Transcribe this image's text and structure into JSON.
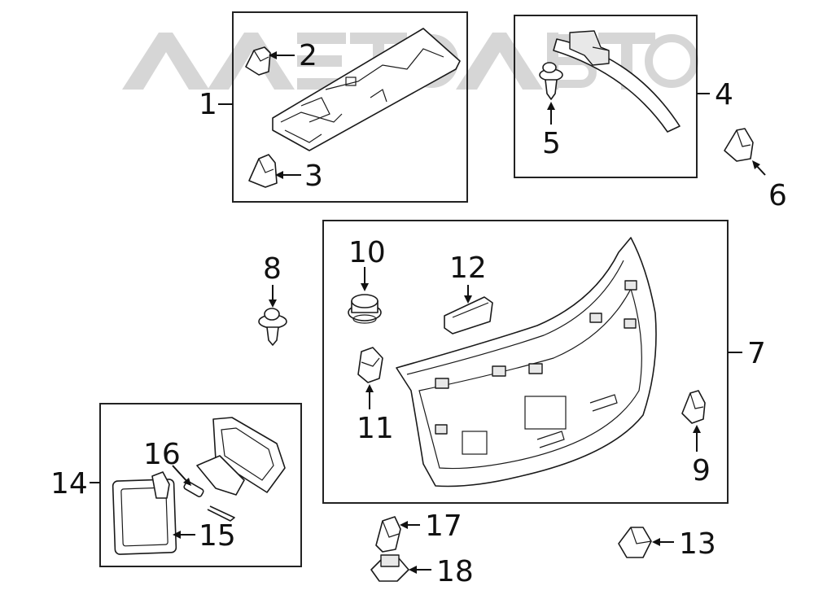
{
  "watermark": {
    "glyph_1": "A",
    "glyph_2": "A",
    "glyph_3": "Л",
    "glyph_4": "Е",
    "glyph_5": "Т",
    "glyph_7": "А",
    "glyph_8": "В",
    "glyph_9": "Т",
    "text": "АЛЕТ АВТО"
  },
  "callouts": [
    {
      "id": "1",
      "label": "1"
    },
    {
      "id": "2",
      "label": "2"
    },
    {
      "id": "3",
      "label": "3"
    },
    {
      "id": "4",
      "label": "4"
    },
    {
      "id": "5",
      "label": "5"
    },
    {
      "id": "6",
      "label": "6"
    },
    {
      "id": "7",
      "label": "7"
    },
    {
      "id": "8",
      "label": "8"
    },
    {
      "id": "9",
      "label": "9"
    },
    {
      "id": "10",
      "label": "10"
    },
    {
      "id": "11",
      "label": "11"
    },
    {
      "id": "12",
      "label": "12"
    },
    {
      "id": "13",
      "label": "13"
    },
    {
      "id": "14",
      "label": "14"
    },
    {
      "id": "15",
      "label": "15"
    },
    {
      "id": "16",
      "label": "16"
    },
    {
      "id": "17",
      "label": "17"
    },
    {
      "id": "18",
      "label": "18"
    }
  ]
}
